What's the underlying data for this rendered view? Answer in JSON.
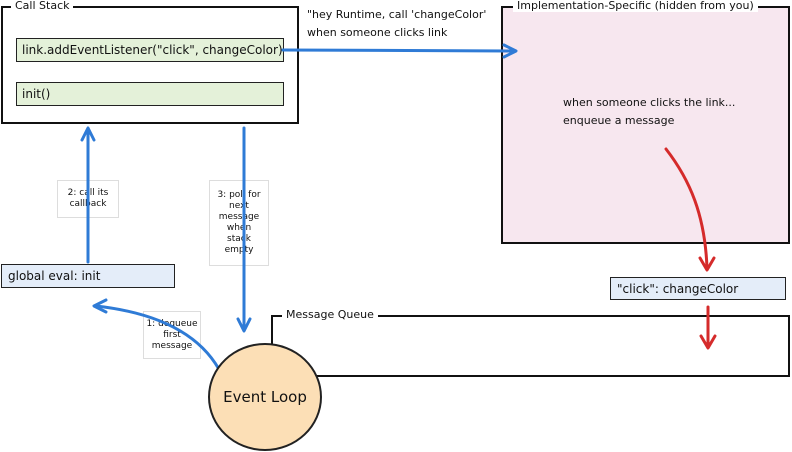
{
  "call_stack": {
    "title": "Call Stack",
    "frames": [
      "link.addEventListener(\"click\", changeColor)",
      "init()"
    ]
  },
  "runtime_note": {
    "line1": "\"hey Runtime, call 'changeColor'",
    "line2": "when someone clicks link"
  },
  "implementation": {
    "title": "Implementation-Specific (hidden from you)",
    "line1": "when someone clicks the link...",
    "line2": "enqueue a message"
  },
  "message": "\"click\": changeColor",
  "message_queue": {
    "title": "Message Queue"
  },
  "global_eval": "global eval: init",
  "event_loop": "Event Loop",
  "notes": {
    "call_callback": {
      "line1": "2: call its",
      "line2": "callback"
    },
    "poll": {
      "line1": "3: poll for",
      "line2": "next",
      "line3": "message",
      "line4": "when",
      "line5": "stack",
      "line6": "empty"
    },
    "dequeue": {
      "line1": "1: dequeue",
      "line2": "first",
      "line3": "message"
    }
  },
  "colors": {
    "frame_green": "#e4f1d9",
    "box_blue": "#e4edf9",
    "impl_pink": "#f7e7ef",
    "event_loop_orange": "#fcdfb6",
    "arrow_blue": "#2f7bd6",
    "arrow_red": "#d52b2b"
  }
}
